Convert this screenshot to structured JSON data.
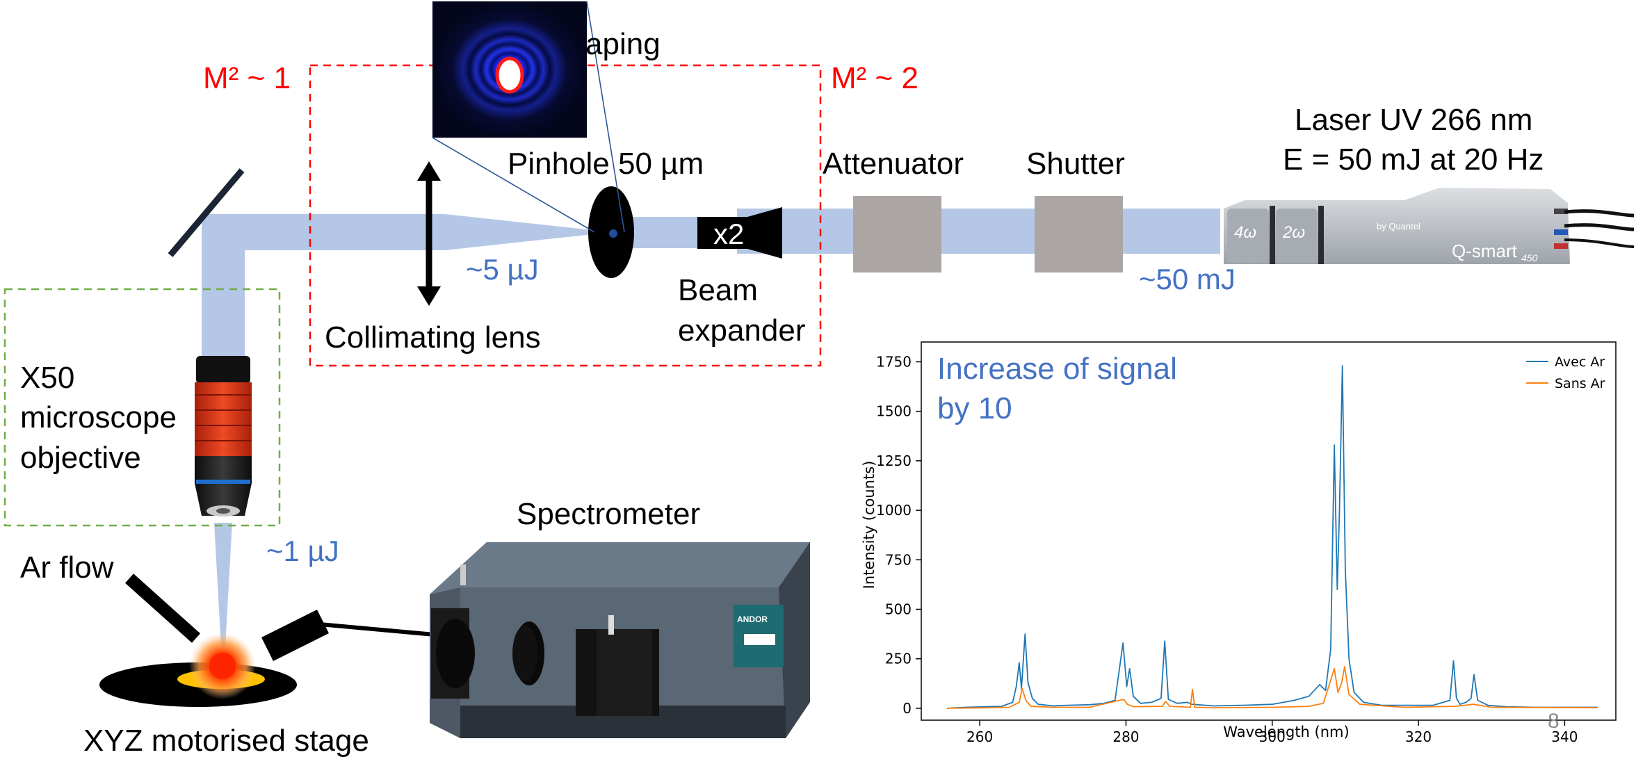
{
  "labels": {
    "m2_left": "M² ~ 1",
    "m2_right": "M² ~ 2",
    "shaping": "aping",
    "pinhole": "Pinhole 50 µm",
    "attenuator": "Attenuator",
    "shutter": "Shutter",
    "laser_line1": "Laser UV 266 nm",
    "laser_line2": "E = 50 mJ at 20 Hz",
    "x2": "x2",
    "energy_5uj": "~5 µJ",
    "energy_50mj": "~50 mJ",
    "energy_1uj": "~1 µJ",
    "beam_line1": "Beam",
    "beam_line2": "expander",
    "collimating": "Collimating lens",
    "objective_line1": "X50",
    "objective_line2": "microscope",
    "objective_line3": "objective",
    "ar_flow": "Ar flow",
    "spectrometer": "Spectrometer",
    "stage": "XYZ motorised stage",
    "page_number": "8",
    "laser_brand": "Q-smart",
    "laser_model": "450",
    "laser_by": "by Quantel",
    "laser_4w": "4ω",
    "laser_2w": "2ω",
    "spectrometer_brand": "ANDOR"
  },
  "colors": {
    "beam": "#b4c7e7",
    "red_text": "#ff0000",
    "blue_text": "#4472c4",
    "dashed_red": "#ff0000",
    "dashed_green": "#70ad47",
    "box_grey": "#aba6a4"
  },
  "chart_data": {
    "type": "line",
    "title": "",
    "annotation_line1": "Increase of signal",
    "annotation_line2": "by 10",
    "xlabel": "Wavelength (nm)",
    "ylabel": "Intensity (counts)",
    "xlim": [
      252,
      347
    ],
    "ylim": [
      -60,
      1850
    ],
    "xticks": [
      260,
      280,
      300,
      320,
      340
    ],
    "yticks": [
      0,
      250,
      500,
      750,
      1000,
      1250,
      1500,
      1750
    ],
    "legend_position": "top-right",
    "grid": false,
    "series": [
      {
        "name": "Avec Ar",
        "color": "#1f77b4",
        "x": [
          255.5,
          258,
          261,
          263,
          264.5,
          265,
          265.4,
          265.7,
          266.2,
          266.6,
          267.2,
          268,
          270,
          272,
          275,
          277,
          278.5,
          279.6,
          280.1,
          280.5,
          281,
          282,
          283.5,
          284.8,
          285.3,
          285.8,
          287,
          288.4,
          289,
          292,
          296,
          300,
          303,
          305,
          306.5,
          307.3,
          308,
          308.5,
          308.9,
          309.2,
          309.6,
          310,
          310.5,
          311.2,
          312.5,
          315,
          318,
          322,
          324.3,
          324.8,
          325.2,
          325.7,
          326.5,
          327.2,
          327.6,
          328.1,
          329.5,
          332,
          336,
          340,
          344.5
        ],
        "y": [
          0,
          5,
          8,
          10,
          30,
          110,
          230,
          100,
          375,
          130,
          50,
          20,
          12,
          15,
          18,
          25,
          40,
          330,
          110,
          200,
          60,
          25,
          30,
          50,
          340,
          45,
          25,
          30,
          20,
          12,
          15,
          20,
          40,
          60,
          120,
          90,
          300,
          1330,
          600,
          1000,
          1730,
          700,
          250,
          80,
          30,
          15,
          15,
          15,
          40,
          240,
          50,
          20,
          30,
          50,
          170,
          40,
          15,
          8,
          5,
          5,
          5
        ]
      },
      {
        "name": "Sans Ar",
        "color": "#ff7f0e",
        "x": [
          255.5,
          260,
          264,
          265.4,
          265.8,
          266.3,
          267,
          270,
          275,
          279.7,
          280.2,
          281,
          285,
          285.4,
          286,
          288.8,
          289.1,
          289.4,
          292,
          300,
          305,
          307,
          308.5,
          309,
          309.5,
          309.9,
          310.5,
          312,
          318,
          325,
          327.5,
          330,
          344.5
        ],
        "y": [
          0,
          2,
          5,
          30,
          100,
          40,
          10,
          5,
          5,
          45,
          20,
          8,
          10,
          35,
          10,
          5,
          95,
          5,
          3,
          5,
          10,
          25,
          200,
          80,
          130,
          210,
          70,
          20,
          5,
          10,
          20,
          5,
          3
        ]
      }
    ]
  }
}
